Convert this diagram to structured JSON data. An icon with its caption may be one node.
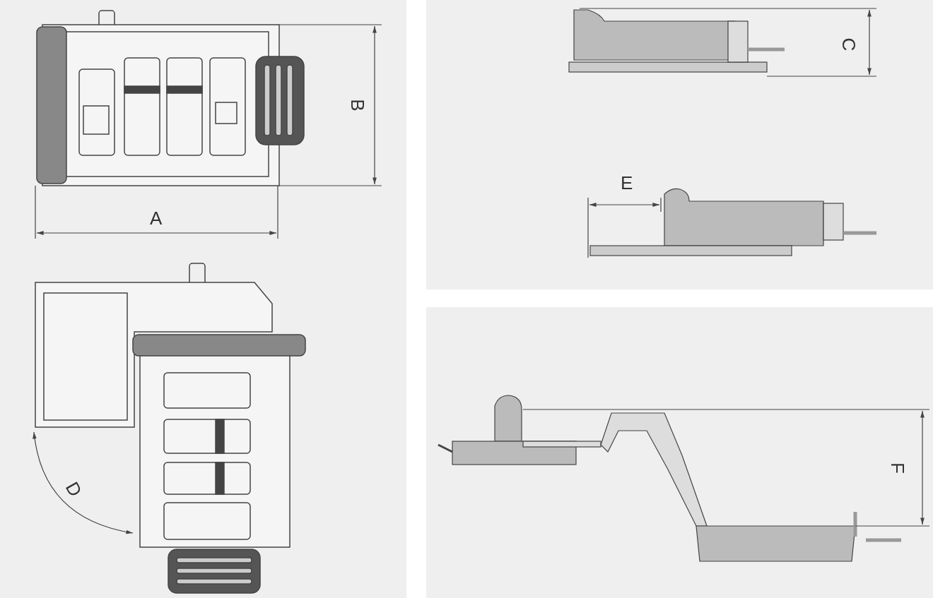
{
  "diagram": {
    "labels": [
      "B",
      "A",
      "C",
      "E",
      "D",
      "F"
    ]
  }
}
